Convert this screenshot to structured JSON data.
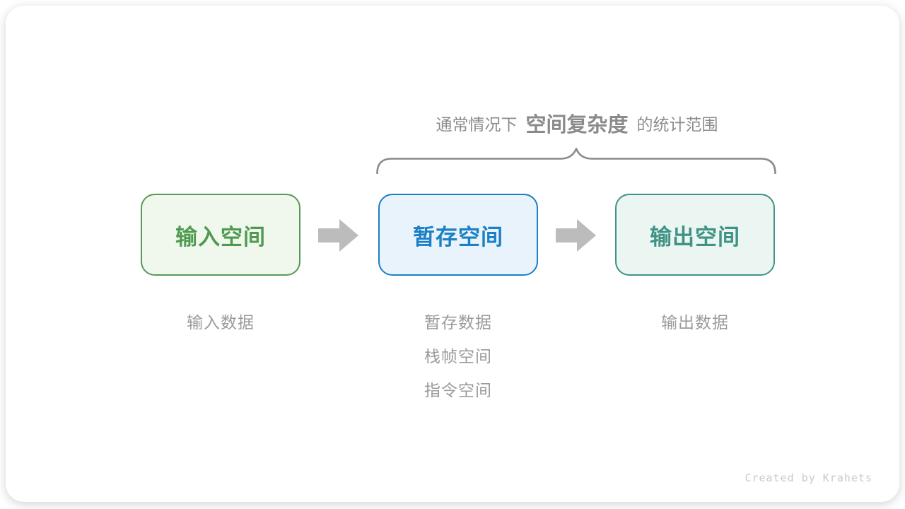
{
  "title": {
    "prefix": "通常情况下",
    "highlight": "空间复杂度",
    "suffix": "的统计范围"
  },
  "boxes": [
    {
      "label": "输入空间",
      "border": "#579a55",
      "bg": "#f0f8ee",
      "text_color": "#4f9a50"
    },
    {
      "label": "暂存空间",
      "border": "#1b80c4",
      "bg": "#e9f3fc",
      "text_color": "#1b80c4"
    },
    {
      "label": "输出空间",
      "border": "#3e9384",
      "bg": "#ebf5f2",
      "text_color": "#3e9384"
    }
  ],
  "columns": [
    {
      "lines": [
        "输入数据"
      ]
    },
    {
      "lines": [
        "暂存数据",
        "栈帧空间",
        "指令空间"
      ]
    },
    {
      "lines": [
        "输出数据"
      ]
    }
  ],
  "credit": "Created by Krahets",
  "colors": {
    "arrow": "#bcbcbc",
    "brace": "#8a8a8a",
    "title_text": "#8c8c8c",
    "sublabel_text": "#9b9b9b",
    "credit_text": "#c9c9c9"
  }
}
